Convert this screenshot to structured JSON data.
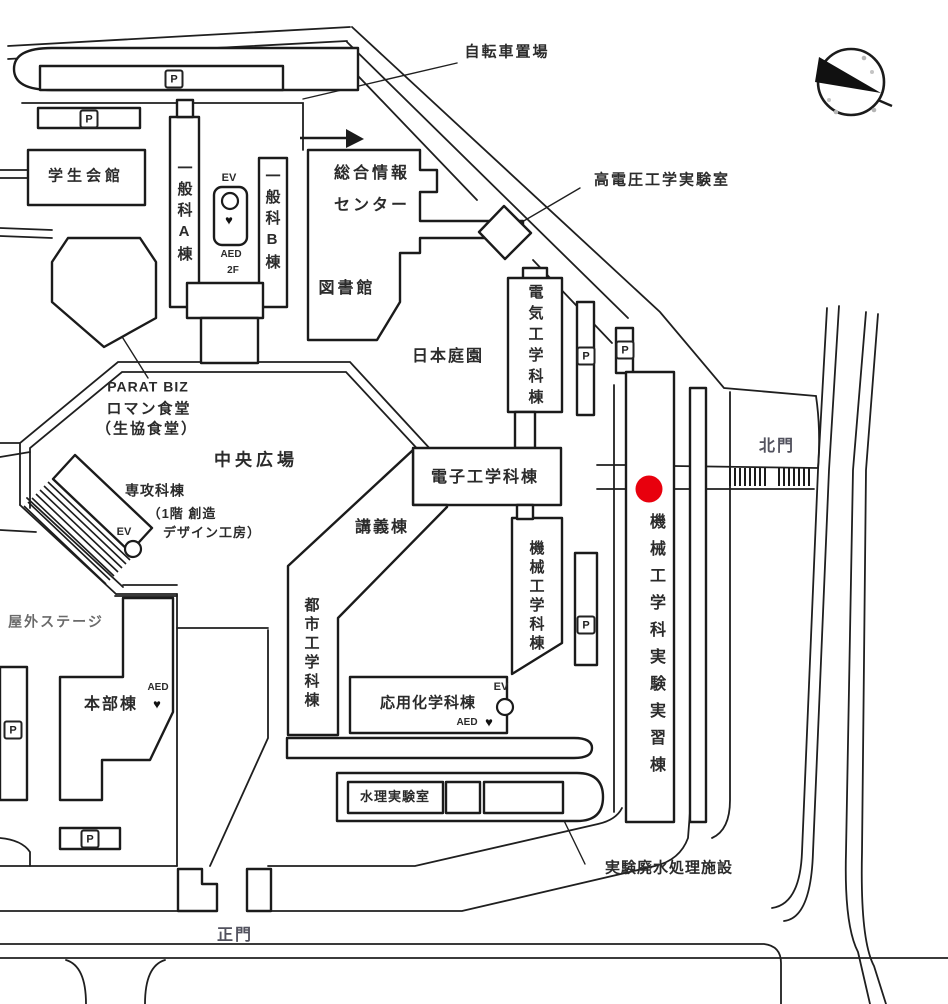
{
  "colors": {
    "background": "#ffffff",
    "ink": "#1f1f1f",
    "marker": "#e8000d"
  },
  "symbols": {
    "parking": "P",
    "elevator": "EV",
    "aed": "AED",
    "heart": "♥",
    "second_floor": "2F"
  },
  "labels": {
    "bicycle_parking": "自転車置場",
    "student_hall": "学生会館",
    "general_a": "一般科A棟",
    "general_b": "一般科B棟",
    "info_center_line1": "総合情報",
    "info_center_line2": "センター",
    "high_voltage_lab": "高電圧工学実験室",
    "library": "図書館",
    "electrical_eng": "電気工学科棟",
    "japanese_garden": "日本庭園",
    "parat_biz": "PARAT BIZ",
    "roman_dining": "ロマン食堂",
    "coop_dining": "（生協食堂）",
    "central_plaza": "中央広場",
    "electronics_eng": "電子工学科棟",
    "north_gate": "北門",
    "senko_bldg": "専攻科棟",
    "senko_note1": "（1階 創造",
    "senko_note2": "デザイン工房）",
    "lecture_bldg": "講義棟",
    "mechanical_eng": "機械工学科棟",
    "outdoor_stage": "屋外ステージ",
    "urban_eng": "都市工学科棟",
    "headquarters": "本部棟",
    "applied_chem": "応用化学科棟",
    "mech_exp_bldg": "機械工学科実験実習棟",
    "hydraulics_lab": "水理実験室",
    "wastewater_facility": "実験廃水処理施設",
    "main_gate": "正門"
  }
}
